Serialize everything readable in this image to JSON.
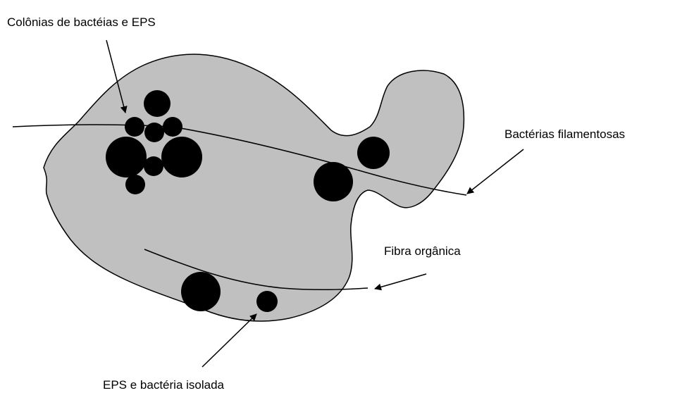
{
  "labels": {
    "colonias": "Colônias de bactéias e EPS",
    "filamentosas": "Bactérias filamentosas",
    "fibra": "Fibra orgânica",
    "eps_isolada": "EPS e bactéria isolada"
  },
  "colors": {
    "floc_fill": "#c0c0c0",
    "outline": "#000000",
    "particle": "#000000",
    "background": "#ffffff"
  }
}
